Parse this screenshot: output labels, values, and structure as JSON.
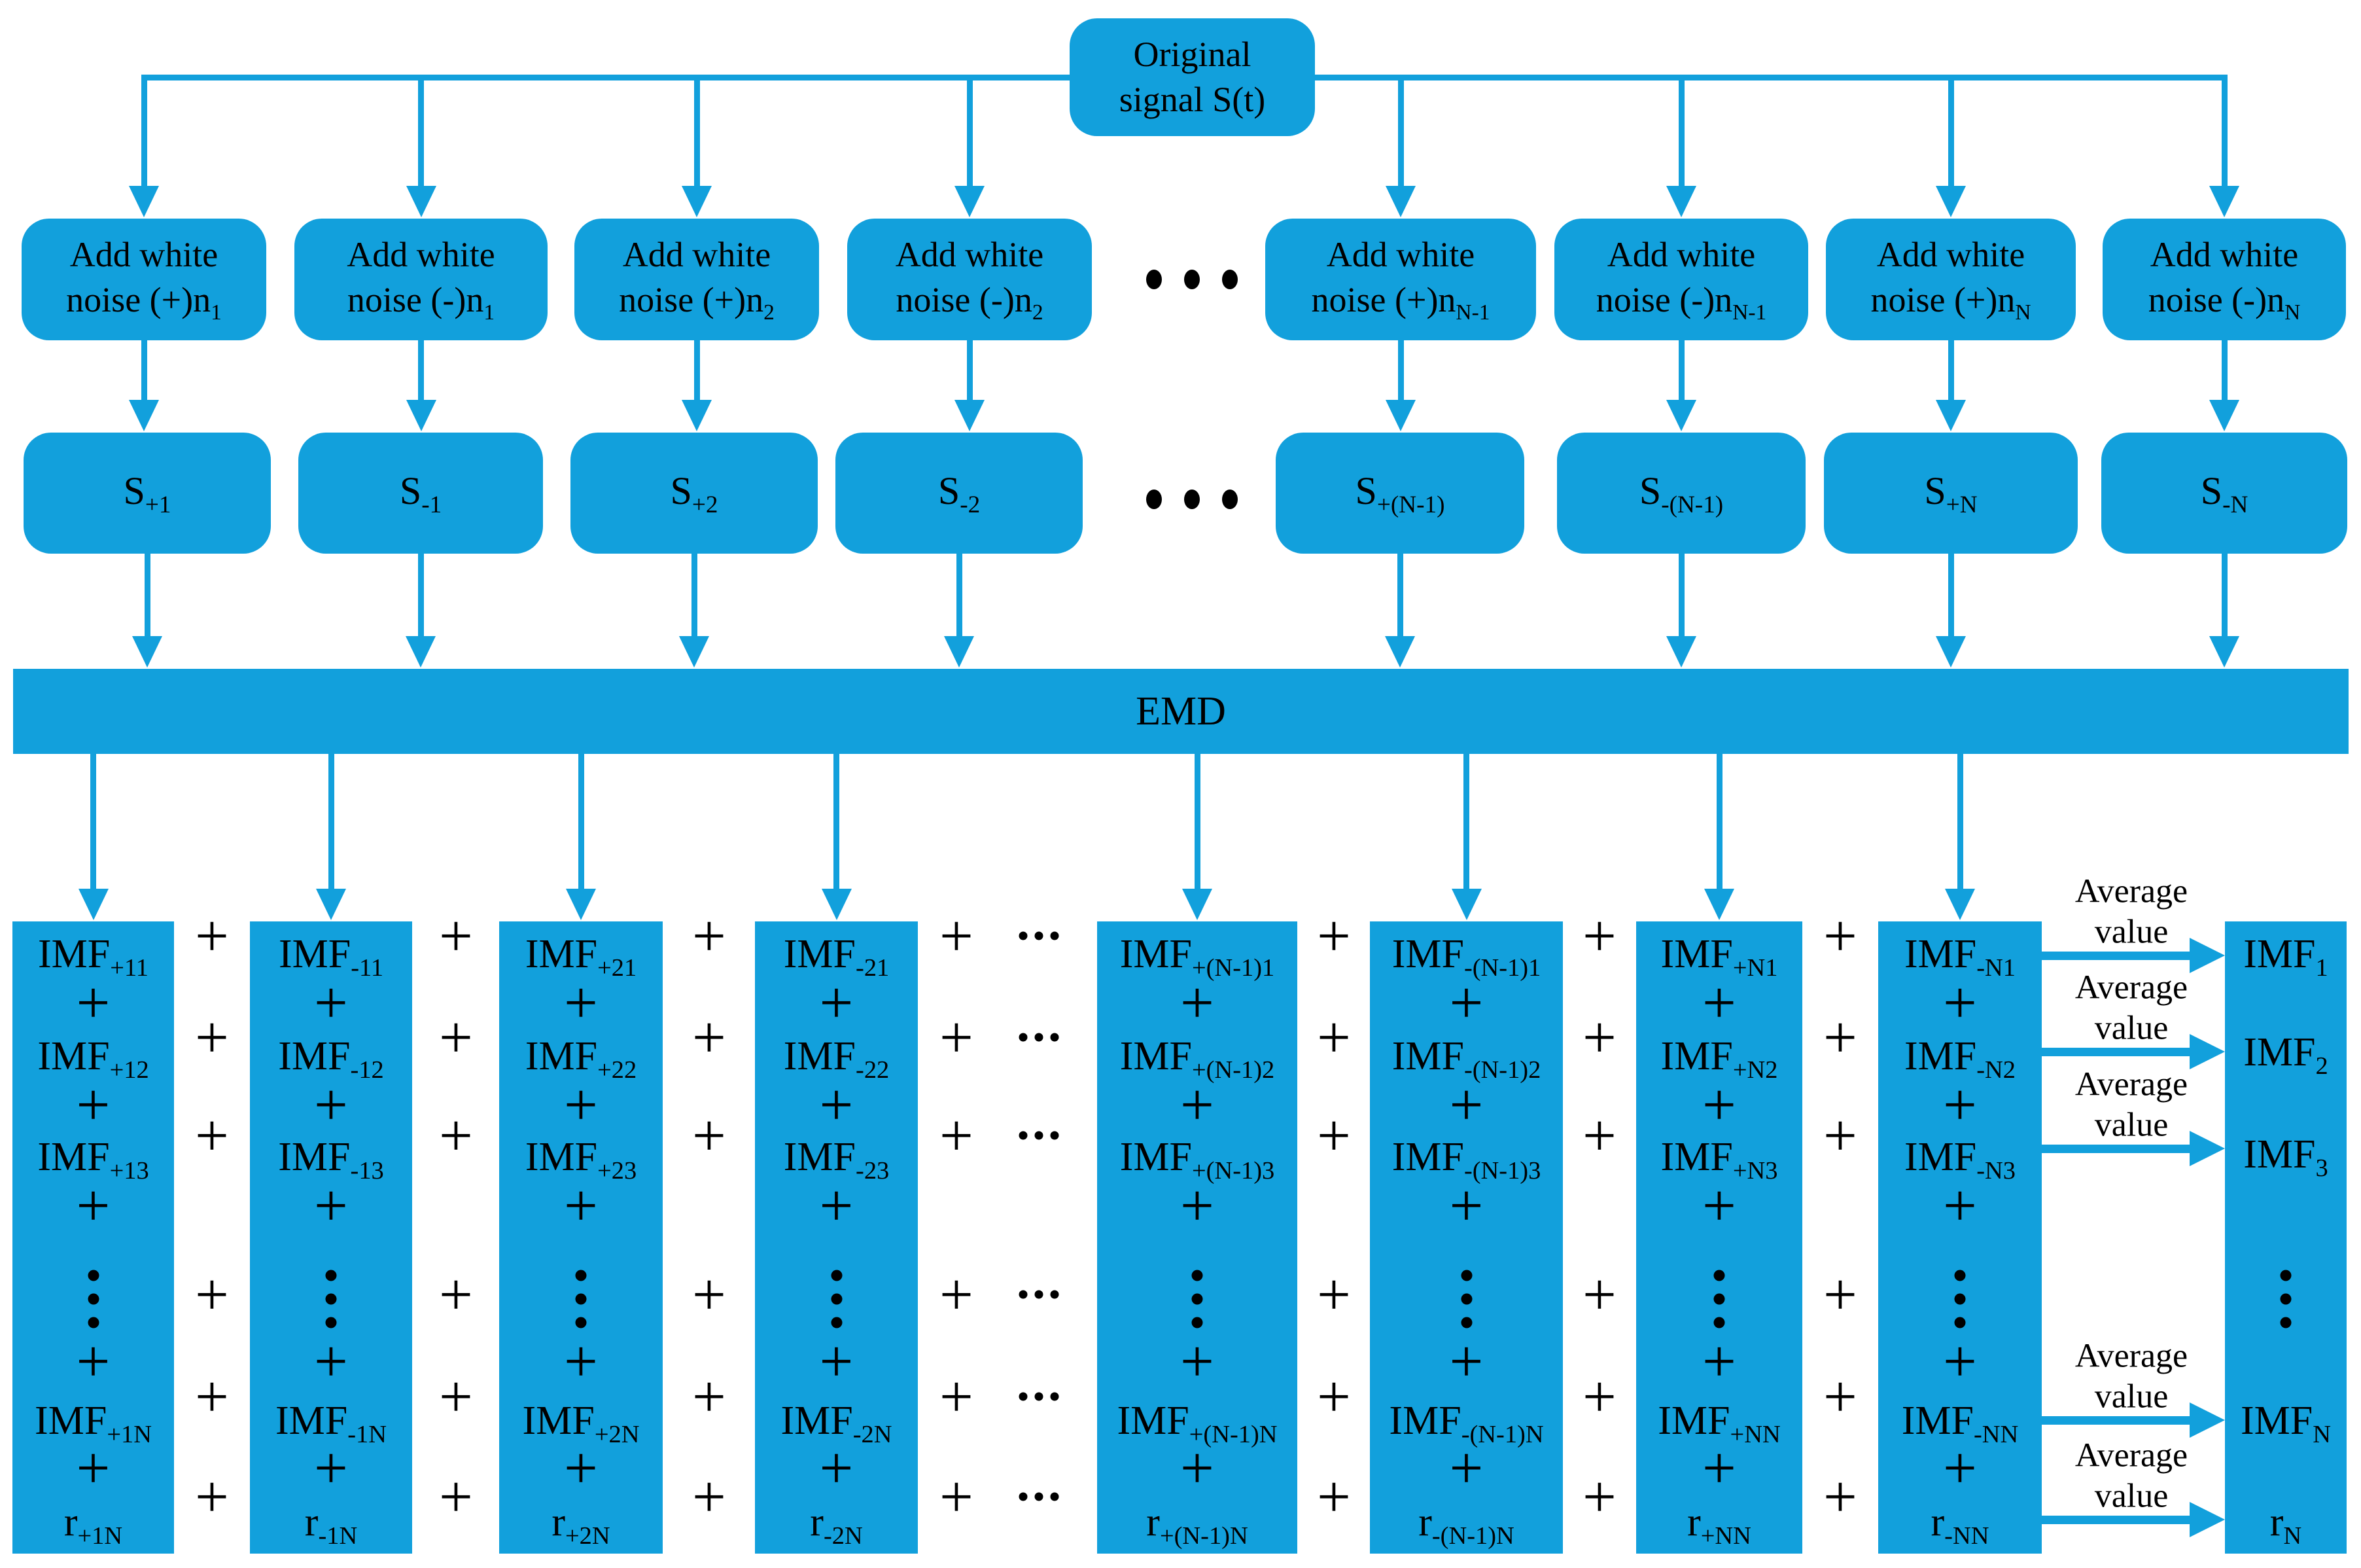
{
  "figure": {
    "colors": {
      "primary": "#12A0DC",
      "text": "#000000",
      "background": "#FFFFFF"
    },
    "title_box": {
      "line1": "Original",
      "line2": "signal S(t)"
    },
    "noise_row": [
      {
        "line1": "Add white",
        "line2_main": "noise (+)n",
        "line2_sub": "1"
      },
      {
        "line1": "Add white",
        "line2_main": "noise (-)n",
        "line2_sub": "1"
      },
      {
        "line1": "Add white",
        "line2_main": "noise (+)n",
        "line2_sub": "2"
      },
      {
        "line1": "Add white",
        "line2_main": "noise (-)n",
        "line2_sub": "2"
      },
      {
        "line1": "Add white",
        "line2_main": "noise (+)n",
        "line2_sub": "N-1"
      },
      {
        "line1": "Add white",
        "line2_main": "noise (-)n",
        "line2_sub": "N-1"
      },
      {
        "line1": "Add white",
        "line2_main": "noise (+)n",
        "line2_sub": "N"
      },
      {
        "line1": "Add white",
        "line2_main": "noise (-)n",
        "line2_sub": "N"
      }
    ],
    "signal_row": [
      {
        "main": "S",
        "sub": "+1"
      },
      {
        "main": "S",
        "sub": "-1"
      },
      {
        "main": "S",
        "sub": "+2"
      },
      {
        "main": "S",
        "sub": "-2"
      },
      {
        "main": "S",
        "sub": "+(N-1)"
      },
      {
        "main": "S",
        "sub": "-(N-1)"
      },
      {
        "main": "S",
        "sub": "+N"
      },
      {
        "main": "S",
        "sub": "-N"
      }
    ],
    "emd_label": "EMD",
    "plus_sign": "+",
    "imf_columns": [
      {
        "imf_main": "IMF",
        "r_main": "r",
        "subs": [
          "+11",
          "+12",
          "+13"
        ],
        "subN": "+1N",
        "r_sub": "+1N"
      },
      {
        "imf_main": "IMF",
        "r_main": "r",
        "subs": [
          "-11",
          "-12",
          "-13"
        ],
        "subN": "-1N",
        "r_sub": "-1N"
      },
      {
        "imf_main": "IMF",
        "r_main": "r",
        "subs": [
          "+21",
          "+22",
          "+23"
        ],
        "subN": "+2N",
        "r_sub": "+2N"
      },
      {
        "imf_main": "IMF",
        "r_main": "r",
        "subs": [
          "-21",
          "-22",
          "-23"
        ],
        "subN": "-2N",
        "r_sub": "-2N"
      },
      {
        "imf_main": "IMF",
        "r_main": "r",
        "subs": [
          "+(N-1)1",
          "+(N-1)2",
          "+(N-1)3"
        ],
        "subN": "+(N-1)N",
        "r_sub": "+(N-1)N"
      },
      {
        "imf_main": "IMF",
        "r_main": "r",
        "subs": [
          "-(N-1)1",
          "-(N-1)2",
          "-(N-1)3"
        ],
        "subN": "-(N-1)N",
        "r_sub": "-(N-1)N"
      },
      {
        "imf_main": "IMF",
        "r_main": "r",
        "subs": [
          "+N1",
          "+N2",
          "+N3"
        ],
        "subN": "+NN",
        "r_sub": "+NN"
      },
      {
        "imf_main": "IMF",
        "r_main": "r",
        "subs": [
          "-N1",
          "-N2",
          "-N3"
        ],
        "subN": "-NN",
        "r_sub": "-NN"
      }
    ],
    "average_label": {
      "line1": "Average",
      "line2": "value"
    },
    "result_column": {
      "imf_main": "IMF",
      "r_main": "r",
      "subs": [
        "1",
        "2",
        "3"
      ],
      "subN": "N",
      "r_sub": "N"
    }
  }
}
